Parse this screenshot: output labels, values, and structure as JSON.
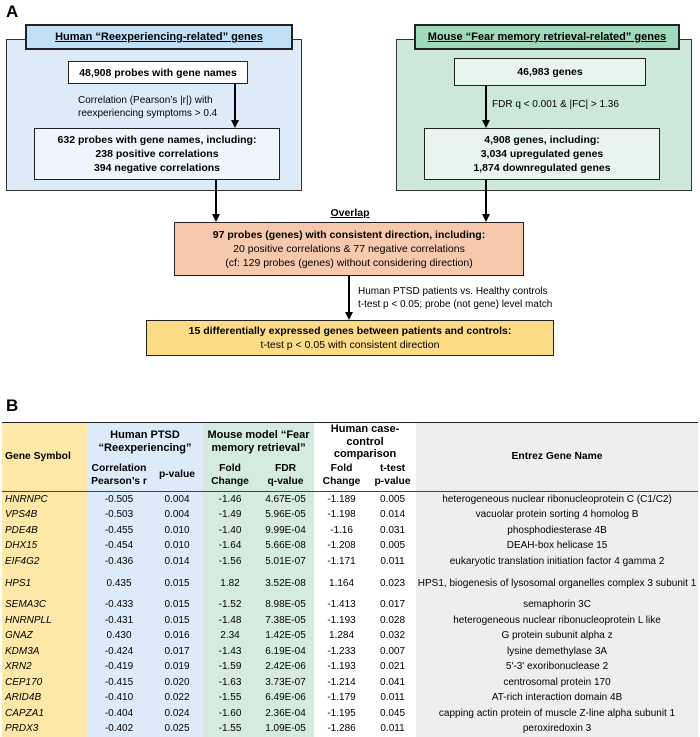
{
  "panel_a": {
    "letter": "A",
    "human_header": "Human “Reexperiencing-related” genes",
    "mouse_header": "Mouse “Fear memory retrieval-related” genes",
    "human_box1": "48,908 probes with gene names",
    "human_filter": [
      "Correlation (Pearson’s |r|) with",
      "reexperiencing symptoms > 0.4"
    ],
    "human_box2": [
      "632 probes with gene names, including:",
      "238 positive correlations",
      "394 negative correlations"
    ],
    "mouse_box1": "46,983 genes",
    "mouse_filter": "FDR q < 0.001 & |FC| > 1.36",
    "mouse_box2": [
      "4,908 genes, including:",
      "3,034 upregulated genes",
      "1,874 downregulated genes"
    ],
    "overlap_label": "Overlap",
    "overlap_box": [
      "97 probes (genes) with consistent direction, including:",
      "20 positive correlations & 77 negative correlations",
      "(cf: 129 probes (genes) without considering direction)"
    ],
    "final_filter": [
      "Human  PTSD patients vs. Healthy controls",
      "t-test p < 0.05; probe (not gene) level match"
    ],
    "final_box": [
      "15 differentially expressed genes between patients and controls:",
      "t-test p < 0.05 with consistent direction"
    ],
    "colors": {
      "human_header_bg": "#bfe0f7",
      "human_panel_bg": "#ddebf9",
      "mouse_header_bg": "#9fd8bd",
      "mouse_panel_bg": "#cbe8d9",
      "overlap_bg": "#f6c9ad",
      "final_bg": "#fddb86"
    }
  },
  "panel_b": {
    "letter": "B",
    "group_headers": {
      "gene_symbol": "Gene Symbol",
      "human": [
        "Human PTSD",
        "“Reexperiencing”"
      ],
      "mouse": [
        "Mouse model “Fear",
        "memory retrieval”"
      ],
      "case_control": [
        "Human case-control",
        "comparison"
      ],
      "entrez": "Entrez Gene Name"
    },
    "sub_headers": {
      "corr": [
        "Correlation",
        "Pearson’s r"
      ],
      "pval": "p-value",
      "fc": [
        "Fold",
        "Change"
      ],
      "fdr": [
        "FDR",
        "q-value"
      ],
      "cc_fc": [
        "Fold",
        "Change"
      ],
      "ttest": [
        "t-test",
        "p-value"
      ]
    },
    "rows": [
      {
        "gene": "HNRNPC",
        "r": "-0.505",
        "p": "0.004",
        "fc": "-1.46",
        "fdr": "4.67E-05",
        "cfc": "-1.189",
        "tp": "0.005",
        "name": "heterogeneous nuclear ribonucleoprotein C (C1/C2)"
      },
      {
        "gene": "VPS4B",
        "r": "-0.503",
        "p": "0.004",
        "fc": "-1.49",
        "fdr": "5.96E-05",
        "cfc": "-1.198",
        "tp": "0.014",
        "name": "vacuolar protein sorting 4 homolog B"
      },
      {
        "gene": "PDE4B",
        "r": "-0.455",
        "p": "0.010",
        "fc": "-1.40",
        "fdr": "9.99E-04",
        "cfc": "-1.16",
        "tp": "0.031",
        "name": "phosphodiesterase 4B"
      },
      {
        "gene": "DHX15",
        "r": "-0.454",
        "p": "0.010",
        "fc": "-1.64",
        "fdr": "5.66E-08",
        "cfc": "-1.208",
        "tp": "0.005",
        "name": "DEAH-box helicase 15"
      },
      {
        "gene": "EIF4G2",
        "r": "-0.436",
        "p": "0.014",
        "fc": "-1.56",
        "fdr": "5.01E-07",
        "cfc": "-1.171",
        "tp": "0.011",
        "name": "eukaryotic translation initiation factor 4 gamma  2"
      },
      {
        "gene": "HPS1",
        "r": "0.435",
        "p": "0.015",
        "fc": "1.82",
        "fdr": "3.52E-08",
        "cfc": "1.164",
        "tp": "0.023",
        "name": "HPS1, biogenesis of lysosomal organelles complex 3 subunit 1",
        "tall": true
      },
      {
        "gene": "SEMA3C",
        "r": "-0.433",
        "p": "0.015",
        "fc": "-1.52",
        "fdr": "8.98E-05",
        "cfc": "-1.413",
        "tp": "0.017",
        "name": "semaphorin 3C"
      },
      {
        "gene": "HNRNPLL",
        "r": "-0.431",
        "p": "0.015",
        "fc": "-1.48",
        "fdr": "7.38E-05",
        "cfc": "-1.193",
        "tp": "0.028",
        "name": "heterogeneous nuclear ribonucleoprotein L like"
      },
      {
        "gene": "GNAZ",
        "r": "0.430",
        "p": "0.016",
        "fc": "2.34",
        "fdr": "1.42E-05",
        "cfc": "1.284",
        "tp": "0.032",
        "name": "G protein subunit alpha z"
      },
      {
        "gene": "KDM3A",
        "r": "-0.424",
        "p": "0.017",
        "fc": "-1.43",
        "fdr": "6.19E-04",
        "cfc": "-1.233",
        "tp": "0.007",
        "name": "lysine demethylase 3A"
      },
      {
        "gene": "XRN2",
        "r": "-0.419",
        "p": "0.019",
        "fc": "-1.59",
        "fdr": "2.42E-06",
        "cfc": "-1.193",
        "tp": "0.021",
        "name": "5'-3' exoribonuclease 2"
      },
      {
        "gene": "CEP170",
        "r": "-0.415",
        "p": "0.020",
        "fc": "-1.63",
        "fdr": "3.73E-07",
        "cfc": "-1.214",
        "tp": "0.041",
        "name": "centrosomal protein 170"
      },
      {
        "gene": "ARID4B",
        "r": "-0.410",
        "p": "0.022",
        "fc": "-1.55",
        "fdr": "6.49E-06",
        "cfc": "-1.179",
        "tp": "0.011",
        "name": "AT-rich interaction domain 4B"
      },
      {
        "gene": "CAPZA1",
        "r": "-0.404",
        "p": "0.024",
        "fc": "-1.60",
        "fdr": "2.36E-04",
        "cfc": "-1.195",
        "tp": "0.045",
        "name": "capping actin protein of muscle Z-line alpha subunit 1"
      },
      {
        "gene": "PRDX3",
        "r": "-0.402",
        "p": "0.025",
        "fc": "-1.55",
        "fdr": "1.09E-05",
        "cfc": "-1.286",
        "tp": "0.011",
        "name": "peroxiredoxin 3"
      }
    ],
    "colors": {
      "gene_col": "#fde8a8",
      "human_cols": "#dcebfa",
      "mouse_cols": "#d4ece0",
      "entrez_col": "#eeeeee"
    }
  }
}
